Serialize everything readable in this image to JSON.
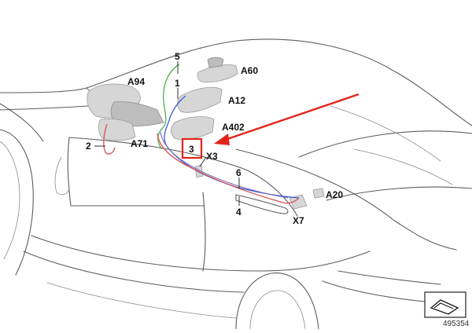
{
  "labels": {
    "A94": "A94",
    "A60": "A60",
    "A12": "A12",
    "A402": "A402",
    "A71": "A71",
    "X3": "X3",
    "A20": "A20",
    "X7": "X7",
    "n5": "5",
    "n1": "1",
    "n2": "2",
    "n3": "3",
    "n6": "6",
    "n4": "4"
  },
  "highlight": {
    "label": "3",
    "color": "#e2231a"
  },
  "arrow_color": "#e2231a",
  "wire_colors": {
    "red": "#d9534f",
    "blue": "#3a5bd9",
    "green": "#4caf50"
  },
  "document_id": "495354",
  "icons": {
    "corner_symbol": "cable-symbol-icon"
  }
}
